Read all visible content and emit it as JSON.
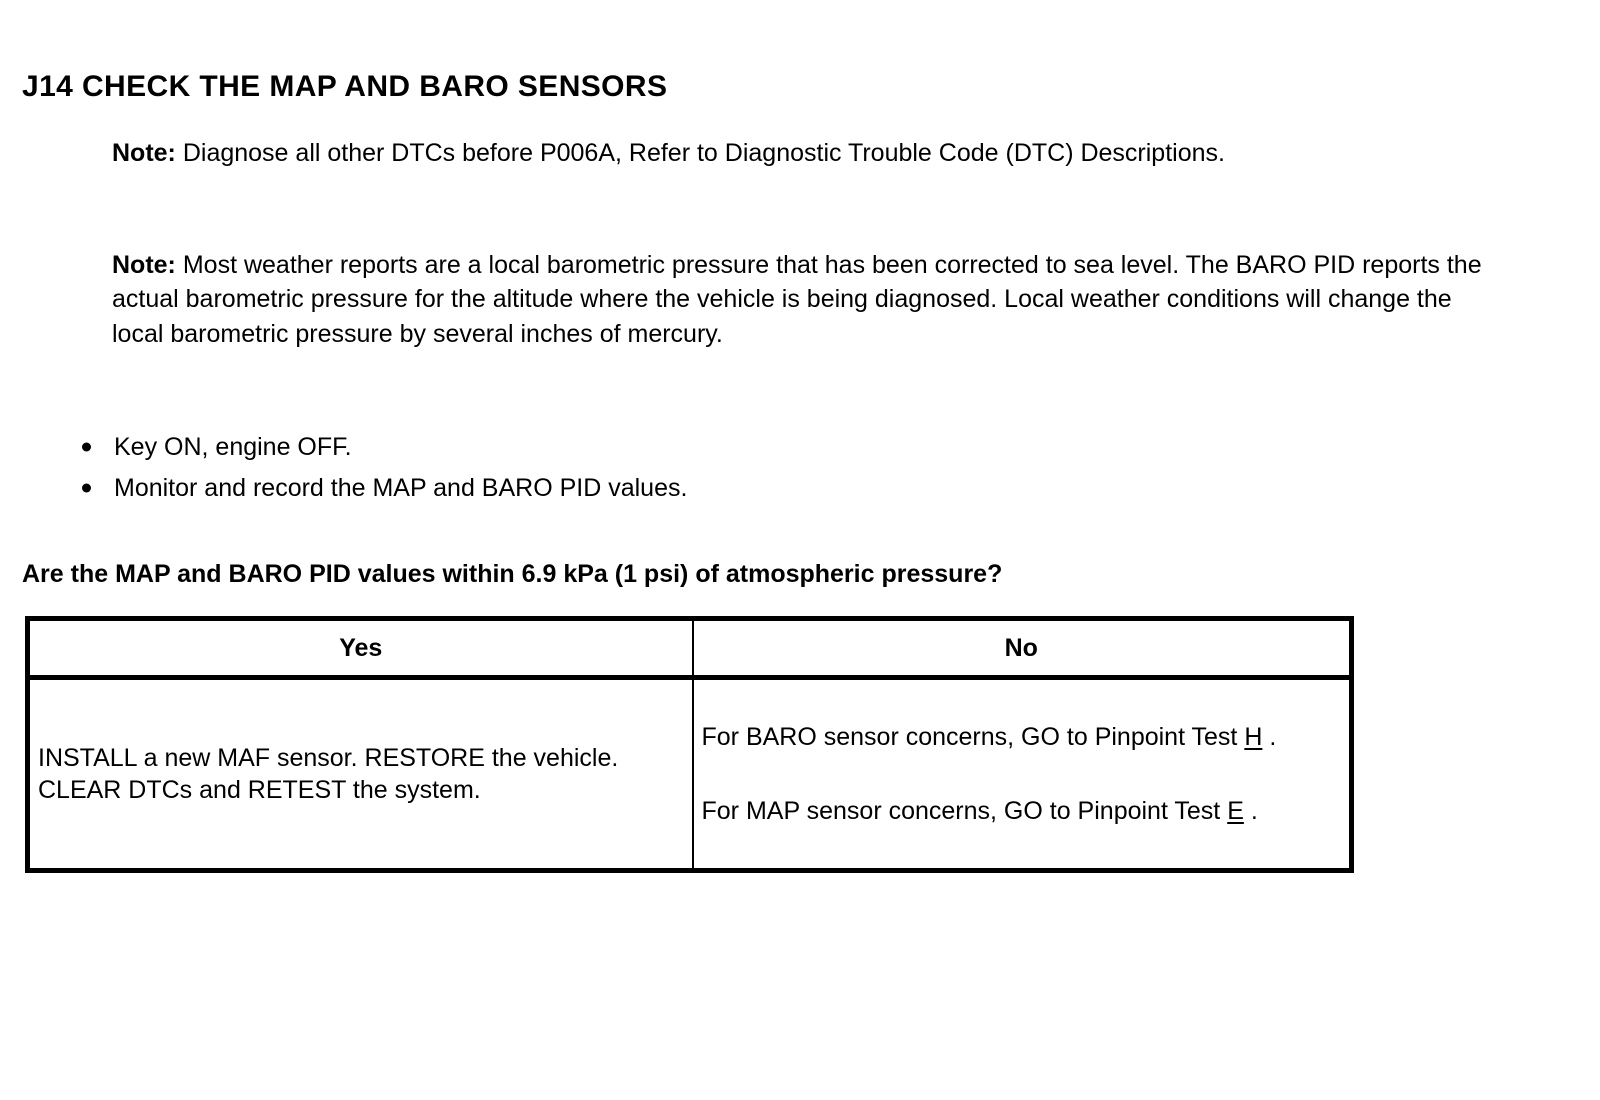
{
  "document": {
    "title": "J14 CHECK THE MAP AND BARO SENSORS",
    "notes": [
      {
        "label": "Note:",
        "text": " Diagnose all other DTCs before P006A, Refer to Diagnostic Trouble Code (DTC) Descriptions."
      },
      {
        "label": "Note:",
        "text": " Most weather reports are a local barometric pressure that has been corrected to sea level. The BARO PID reports the actual barometric pressure for the altitude where the vehicle is being diagnosed. Local weather conditions will change the local barometric pressure by several inches of mercury."
      }
    ],
    "steps": [
      "Key ON, engine OFF.",
      "Monitor and record the MAP and BARO PID values."
    ],
    "question": "Are the MAP and BARO PID values within 6.9 kPa (1 psi) of atmospheric pressure?",
    "table": {
      "headers": [
        "Yes",
        "No"
      ],
      "yes_cell": "INSTALL a new MAF sensor. RESTORE the vehicle. CLEAR DTCs and RETEST the system.",
      "no_cell": [
        {
          "prefix": "For BARO sensor concerns, GO to Pinpoint Test ",
          "link": "H",
          "suffix": " ."
        },
        {
          "prefix": "For MAP sensor concerns, GO to Pinpoint Test ",
          "link": "E",
          "suffix": " ."
        }
      ]
    },
    "colors": {
      "text": "#000000",
      "background": "#ffffff",
      "border": "#000000"
    }
  }
}
